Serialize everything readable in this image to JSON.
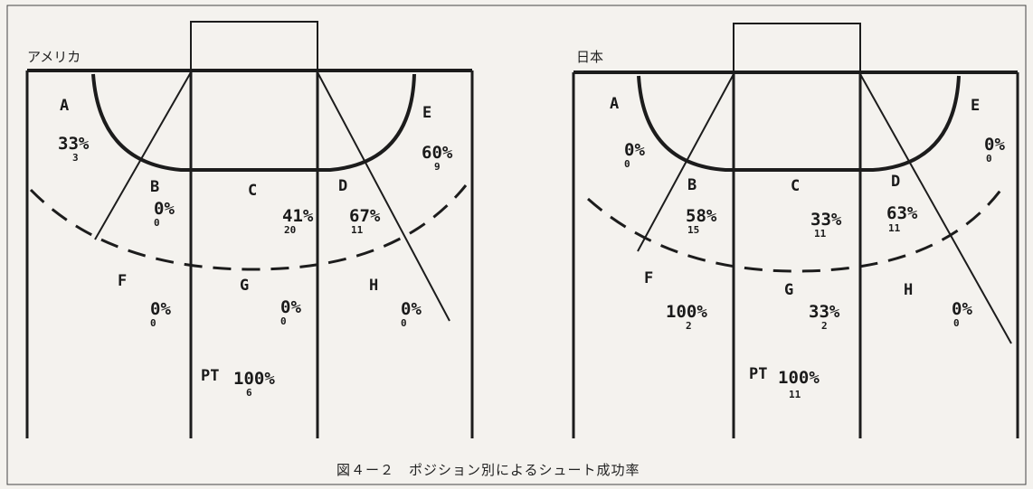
{
  "caption": "図４ー２　ポジション別によるシュート成功率",
  "courts": [
    {
      "title": "アメリカ",
      "zones": [
        {
          "label": "A",
          "pct": "33%",
          "count": "3"
        },
        {
          "label": "B",
          "pct": "0%",
          "count": "0"
        },
        {
          "label": "C",
          "pct": "41%",
          "count": "20"
        },
        {
          "label": "D",
          "pct": "67%",
          "count": "11"
        },
        {
          "label": "E",
          "pct": "60%",
          "count": "9"
        },
        {
          "label": "F",
          "pct": "0%",
          "count": "0"
        },
        {
          "label": "G",
          "pct": "0%",
          "count": "0"
        },
        {
          "label": "H",
          "pct": "0%",
          "count": "0"
        },
        {
          "label": "PT",
          "pct": "100%",
          "count": "6"
        }
      ]
    },
    {
      "title": "日本",
      "zones": [
        {
          "label": "A",
          "pct": "0%",
          "count": "0"
        },
        {
          "label": "B",
          "pct": "58%",
          "count": "15"
        },
        {
          "label": "C",
          "pct": "33%",
          "count": "11"
        },
        {
          "label": "D",
          "pct": "63%",
          "count": "11"
        },
        {
          "label": "E",
          "pct": "0%",
          "count": "0"
        },
        {
          "label": "F",
          "pct": "",
          "count": ""
        },
        {
          "label": "G",
          "pct": "33%",
          "count": "2"
        },
        {
          "label": "H",
          "pct": "0%",
          "count": "0"
        },
        {
          "label": "PT",
          "pct": "100%",
          "count": "11"
        }
      ]
    }
  ],
  "extra_labels": {
    "japan_f_pct": "100%",
    "japan_f_count": "2"
  }
}
